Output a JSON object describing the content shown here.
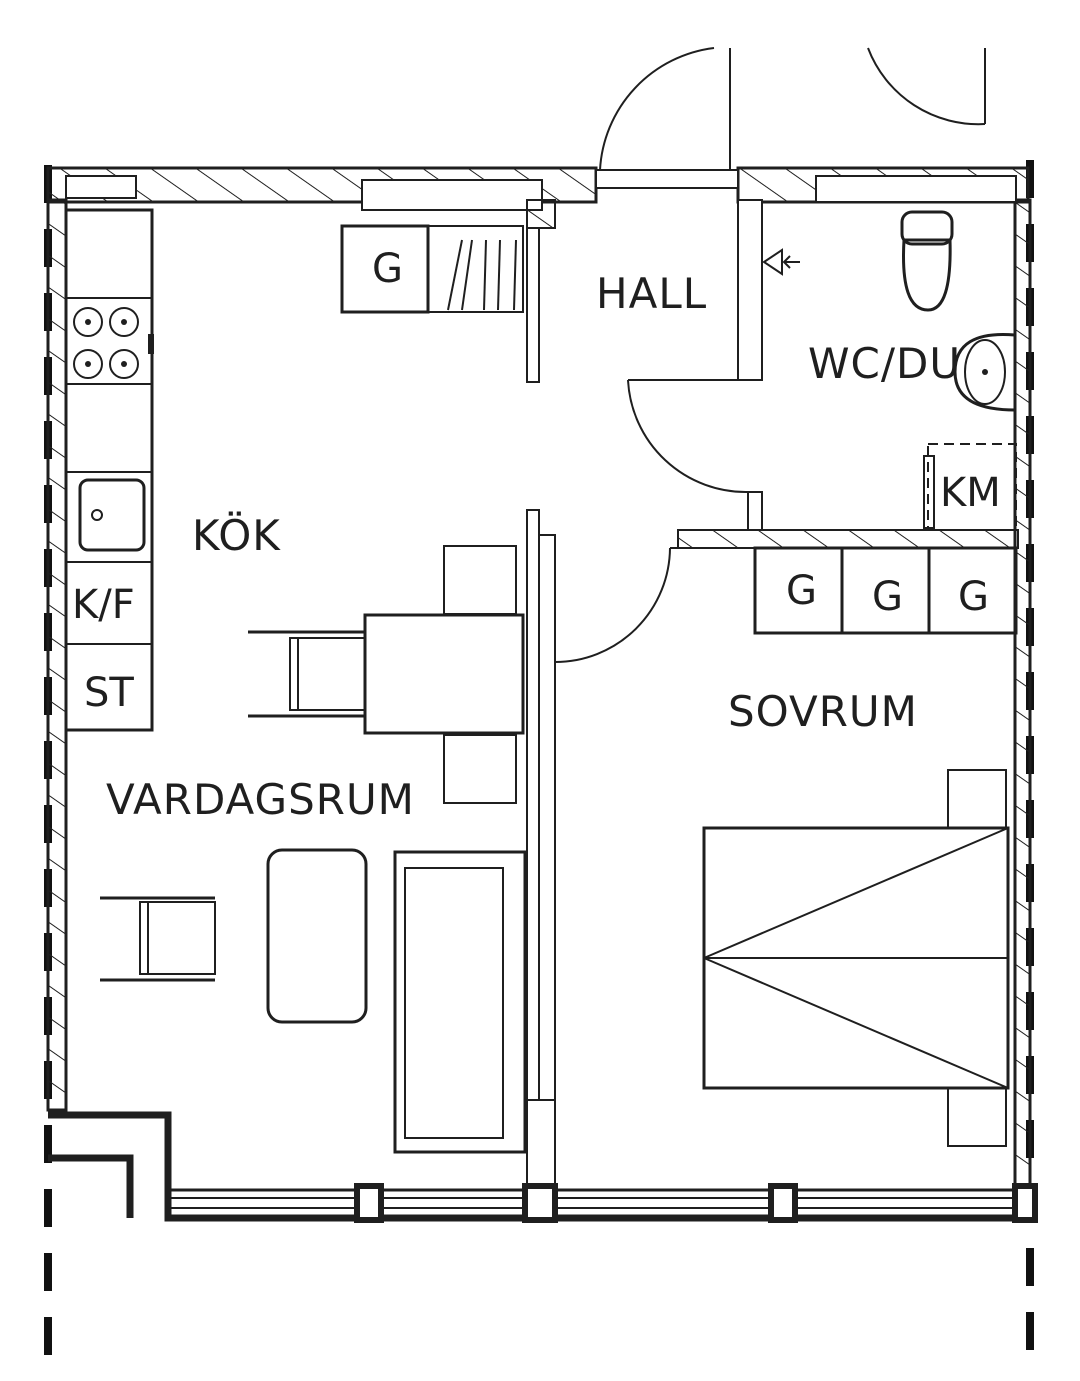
{
  "rooms": {
    "hall": "HALL",
    "wc": "WC/DU",
    "kitchen": "KÖK",
    "living": "VARDAGSRUM",
    "bedroom": "SOVRUM"
  },
  "fixtures": {
    "fridge_freezer": "K/F",
    "stove": "ST",
    "washer": "KM",
    "wardrobe": "G"
  }
}
